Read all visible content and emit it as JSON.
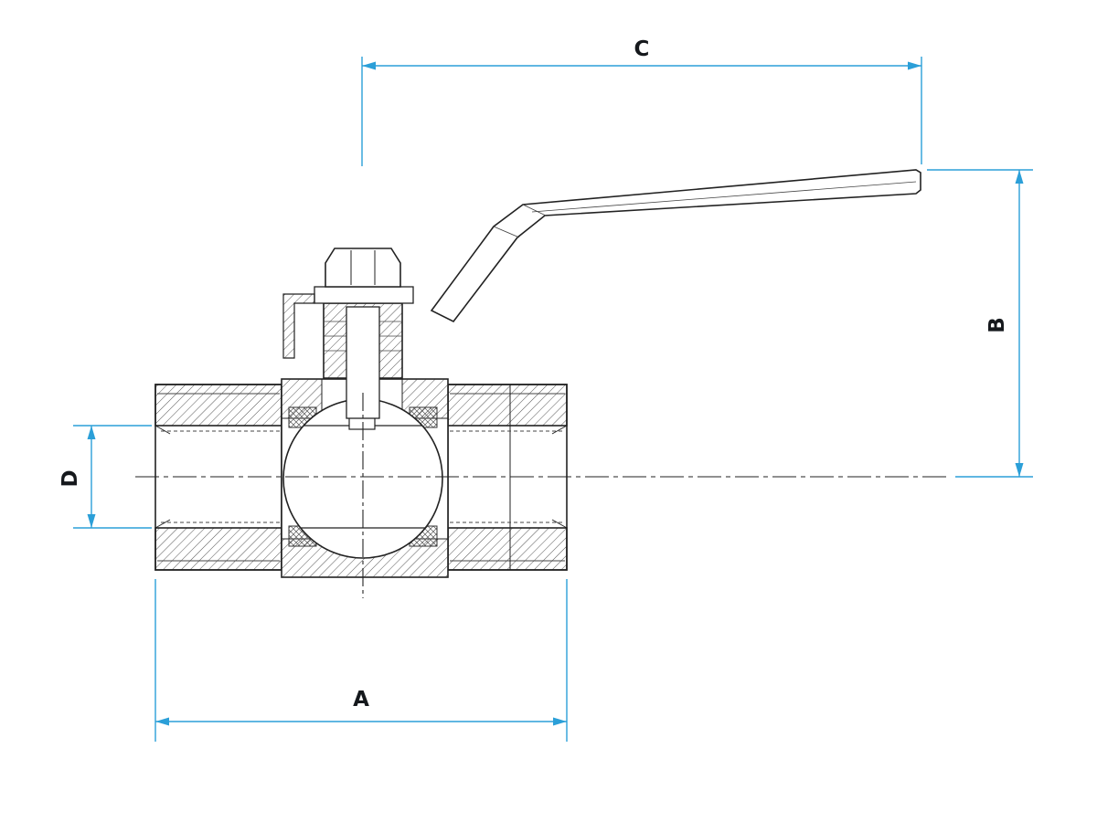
{
  "drawing": {
    "dimension_labels": {
      "A": "A",
      "B": "B",
      "C": "C",
      "D": "D"
    },
    "colors": {
      "dimension_line": "#2b9fd8",
      "label_text": "#15181c",
      "drawing_line": "#222222",
      "background": "#ffffff"
    }
  }
}
